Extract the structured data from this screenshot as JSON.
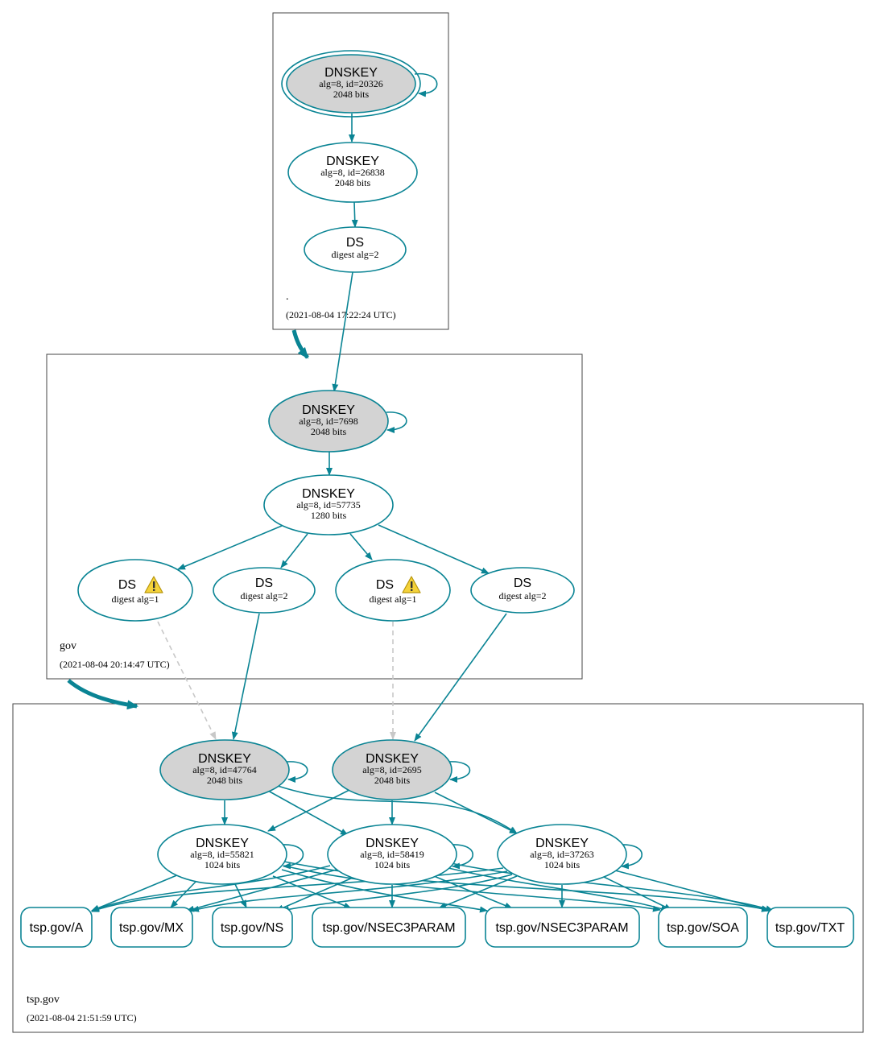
{
  "colors": {
    "edge": "#0a8494",
    "node_stroke": "#0a8494",
    "ksk_fill": "#d3d3d3",
    "insecure_edge": "#c8c8c8",
    "zone_border": "#444444",
    "warning_fill": "#f4d23a"
  },
  "zones": {
    "root": {
      "name": ".",
      "timestamp": "(2021-08-04 17:22:24 UTC)"
    },
    "gov": {
      "name": "gov",
      "timestamp": "(2021-08-04 20:14:47 UTC)"
    },
    "tsp": {
      "name": "tsp.gov",
      "timestamp": "(2021-08-04 21:51:59 UTC)"
    }
  },
  "nodes": {
    "root_ksk": {
      "title": "DNSKEY",
      "line1": "alg=8, id=20326",
      "line2": "2048 bits"
    },
    "root_zsk": {
      "title": "DNSKEY",
      "line1": "alg=8, id=26838",
      "line2": "2048 bits"
    },
    "root_ds": {
      "title": "DS",
      "line1": "digest alg=2"
    },
    "gov_ksk": {
      "title": "DNSKEY",
      "line1": "alg=8, id=7698",
      "line2": "2048 bits"
    },
    "gov_zsk": {
      "title": "DNSKEY",
      "line1": "alg=8, id=57735",
      "line2": "1280 bits"
    },
    "gov_ds1": {
      "title": "DS",
      "line1": "digest alg=1",
      "warning_icon": "warning-icon"
    },
    "gov_ds2": {
      "title": "DS",
      "line1": "digest alg=2"
    },
    "gov_ds3": {
      "title": "DS",
      "line1": "digest alg=1",
      "warning_icon": "warning-icon"
    },
    "gov_ds4": {
      "title": "DS",
      "line1": "digest alg=2"
    },
    "tsp_ksk1": {
      "title": "DNSKEY",
      "line1": "alg=8, id=47764",
      "line2": "2048 bits"
    },
    "tsp_ksk2": {
      "title": "DNSKEY",
      "line1": "alg=8, id=2695",
      "line2": "2048 bits"
    },
    "tsp_zsk1": {
      "title": "DNSKEY",
      "line1": "alg=8, id=55821",
      "line2": "1024 bits"
    },
    "tsp_zsk2": {
      "title": "DNSKEY",
      "line1": "alg=8, id=58419",
      "line2": "1024 bits"
    },
    "tsp_zsk3": {
      "title": "DNSKEY",
      "line1": "alg=8, id=37263",
      "line2": "1024 bits"
    }
  },
  "records": {
    "a": "tsp.gov/A",
    "mx": "tsp.gov/MX",
    "ns": "tsp.gov/NS",
    "nsec3param1": "tsp.gov/NSEC3PARAM",
    "nsec3param2": "tsp.gov/NSEC3PARAM",
    "soa": "tsp.gov/SOA",
    "txt": "tsp.gov/TXT"
  }
}
